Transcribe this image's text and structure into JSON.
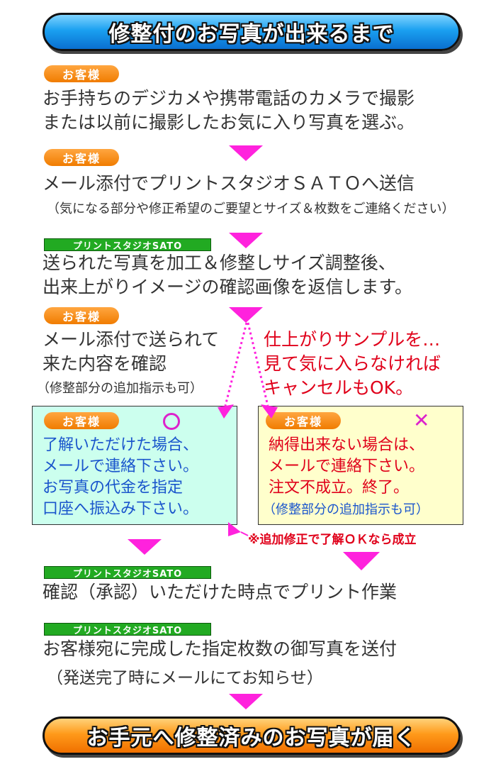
{
  "banner_top": "修整付のお写真が出来るまで",
  "banner_bottom": "お手元へ修整済みのお写真が届く",
  "tag_client": "お客様",
  "tag_studio": "プリントスタジオSATO",
  "step1": {
    "line1": "お手持ちのデジカメや携帯電話のカメラで撮影",
    "line2": "または以前に撮影したお気に入り写真を選ぶ。"
  },
  "step2": {
    "line1": "メール添付でプリントスタジオＳＡＴＯへ送信",
    "sub": "（気になる部分や修正希望のご要望とサイズ＆枚数をご連絡ください）"
  },
  "step3": {
    "line1": "送られた写真を加工＆修整しサイズ調整後、",
    "line2": "出来上がりイメージの確認画像を返信します。"
  },
  "step4": {
    "line1": "メール添付で送られて",
    "line2": "来た内容を確認",
    "sub": "（修整部分の追加指示も可）"
  },
  "sample_note": {
    "line1": "仕上がりサンプルを…",
    "line2": "見て気に入らなければ",
    "line3": "キャンセルもOK。"
  },
  "box_ok": {
    "line1": "了解いただけた場合、",
    "line2": "メールで連絡下さい。",
    "line3": "お写真の代金を指定",
    "line4": "口座へ振込み下さい。"
  },
  "box_ng": {
    "line1": "納得出来ない場合は、",
    "line2": "メールで連絡下さい。",
    "line3": "注文不成立。終了。",
    "sub": "（修整部分の追加指示も可）"
  },
  "addition_note": "※追加修正で了解ＯＫなら成立",
  "step5": {
    "line1": "確認（承認）いただけた時点でプリント作業"
  },
  "step6": {
    "line1": "お客様宛に完成した指定枚数の御写真を送付",
    "sub": "（発送完了時にメールにてお知らせ）"
  },
  "colors": {
    "arrow": "#ff22dd",
    "client_tag": "#f07c00",
    "studio_tag": "#22aa22",
    "ok_box": "#ccffee",
    "ng_box": "#ffffcc",
    "blue_text": "#1a55cc",
    "red_text": "#e0001a"
  }
}
